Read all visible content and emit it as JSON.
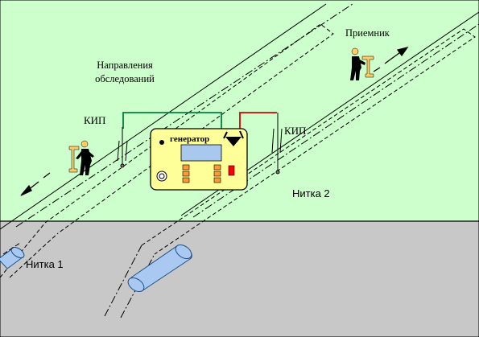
{
  "labels": {
    "directions_line1": "Направления",
    "directions_line2": "обследований",
    "receiver": "Приемник",
    "kip_left": "КИП",
    "kip_right": "КИП",
    "generator": "генератор",
    "pipe1": "Нитка 1",
    "pipe2": "Нитка 2"
  },
  "colors": {
    "field": "#ccffcc",
    "soil": "#c8c8c8",
    "generator_body": "#ffff99",
    "generator_screen": "#a8c8ee",
    "generator_buttons": "#ff9933",
    "generator_red": "#ff0000",
    "wire_green": "#008040",
    "wire_red": "#dd0000",
    "pipe": "#a9c9f0",
    "operator_body": "#000000",
    "operator_device": "#ffcc66"
  }
}
